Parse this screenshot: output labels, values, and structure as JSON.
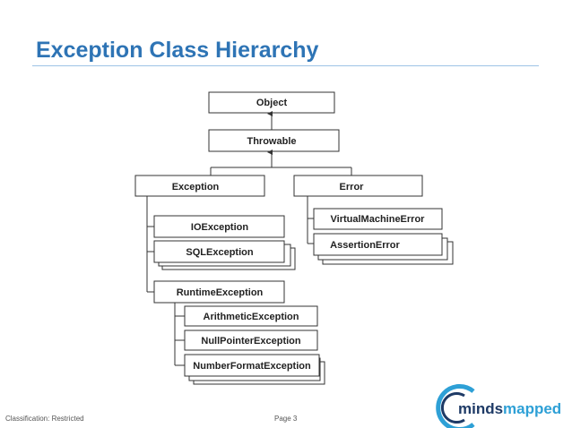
{
  "slide": {
    "title": "Exception Class Hierarchy"
  },
  "nodes": {
    "object": "Object",
    "throwable": "Throwable",
    "exception": "Exception",
    "error": "Error",
    "ioexception": "IOException",
    "sqlexception": "SQLException",
    "runtimeexception": "RuntimeException",
    "arithmeticexception": "ArithmeticException",
    "nullpointerexception": "NullPointerException",
    "numberformatexception": "NumberFormatException",
    "virtualmachineerror": "VirtualMachineError",
    "assertionerror": "AssertionError"
  },
  "footer": {
    "classification": "Classification: Restricted",
    "page": "Page 3"
  },
  "logo": {
    "text_part1": "minds",
    "text_part2": "mapped",
    "color_dark": "#1e3a66",
    "color_accent": "#2ea0d6"
  },
  "colors": {
    "title": "#2e74b5",
    "rule": "#9dc3e6"
  }
}
